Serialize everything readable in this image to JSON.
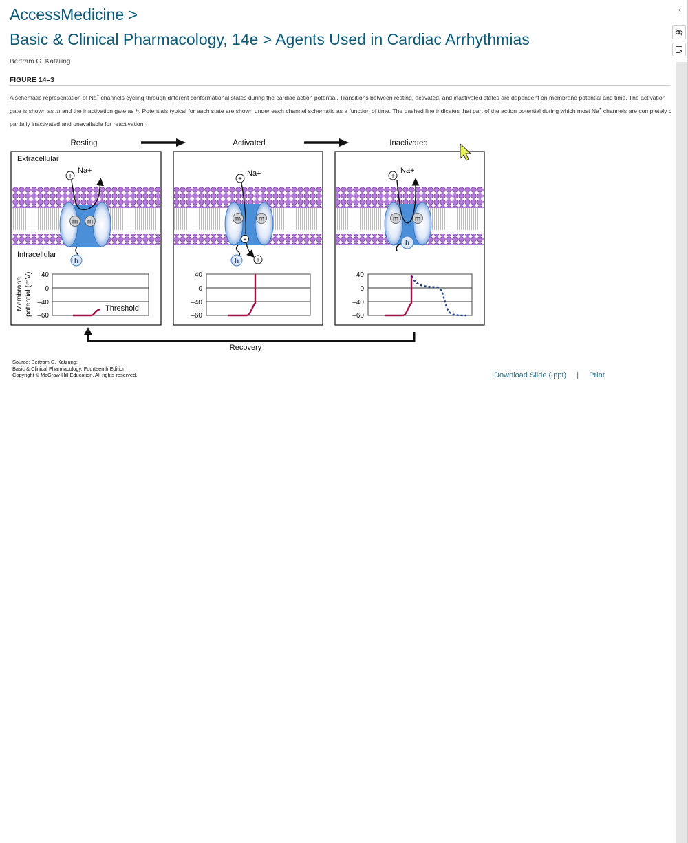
{
  "breadcrumb": {
    "site": "AccessMedicine >"
  },
  "title": "Basic & Clinical Pharmacology, 14e > Agents Used in Cardiac Arrhythmias",
  "author": "Bertram G. Katzung",
  "figure": {
    "label": "FIGURE 14–3",
    "caption": {
      "p1": "A schematic representation of Na",
      "p1sup": "+",
      "p2": " channels cycling through different conformational states during the cardiac action potential. Transitions between resting, activated, and inactivated states are dependent on membrane potential and time. The activation gate is shown as ",
      "m": "m",
      "p3": " and the inactivation gate as ",
      "h": "h",
      "p4": ". Potentials typical for each state are shown under each channel schematic as a function of time. The dashed line indicates that part of the action potential during which most Na",
      "p4sup": "+",
      "p5": " channels are completely or partially inactivated and unavailable for reactivation."
    },
    "image": {
      "states": [
        "Resting",
        "Activated",
        "Inactivated"
      ],
      "extracellular": "Extracellular",
      "intracellular": "Intracellular",
      "ion": "Na+",
      "plus": "+",
      "gate_m": "m",
      "gate_h": "h",
      "ylabel_1": "Membrane",
      "ylabel_2": "potential (mV)",
      "ticks": [
        "40",
        "0",
        "–40",
        "–60"
      ],
      "threshold": "Threshold",
      "recovery": "Recovery"
    },
    "source_lines": [
      "Source: Bertram G. Katzung:",
      "Basic & Clinical Pharmacology, Fourteenth Edition",
      "Copyright © McGraw-Hill Education. All rights reserved."
    ]
  },
  "actions": {
    "download": "Download Slide (.ppt)",
    "separator": "|",
    "print": "Print"
  },
  "rail": {
    "collapse_icon": "chevron-left-icon",
    "hide_icon": "eye-off-icon",
    "note_icon": "sticky-note-icon"
  },
  "colors": {
    "title": "#0b5a7a",
    "link": "#2c6e8f",
    "channel": "#4a90d9",
    "lipid": "#a35fc9",
    "ap_line": "#a3134a",
    "dashed": "#1f3f8f"
  }
}
